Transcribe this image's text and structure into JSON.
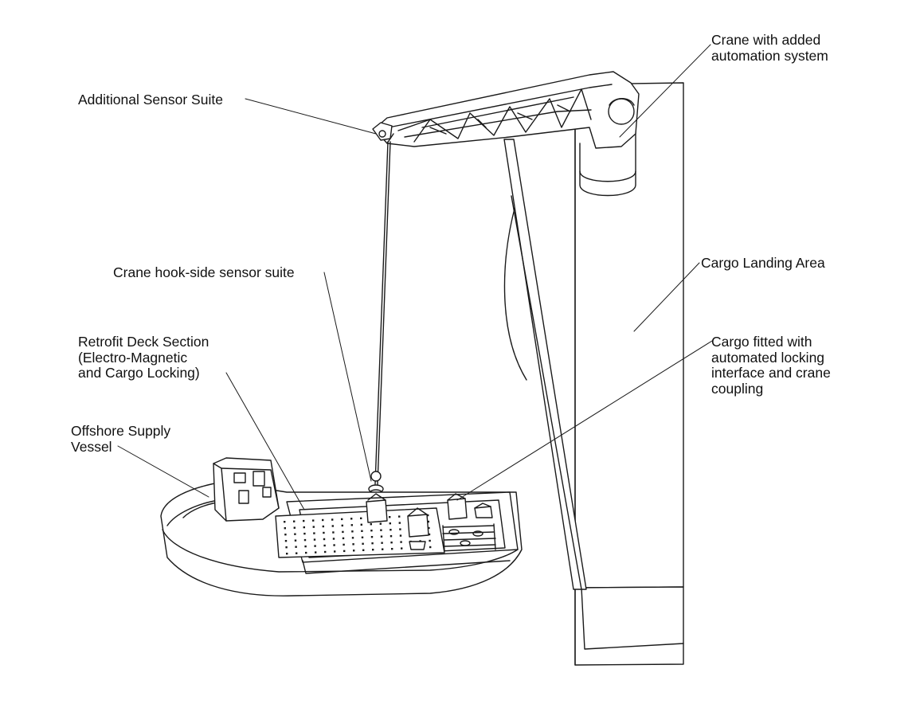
{
  "diagram": {
    "labels": {
      "crane": [
        "Crane with added",
        "automation system"
      ],
      "sensor_suite": [
        "Additional Sensor Suite"
      ],
      "landing_area": [
        "Cargo Landing Area"
      ],
      "hook_sensor": [
        "Crane hook-side sensor suite"
      ],
      "deck_section": [
        "Retrofit Deck Section",
        "(Electro-Magnetic",
        "and Cargo Locking)"
      ],
      "cargo": [
        "Cargo fitted with",
        "automated locking",
        "interface and crane",
        "coupling"
      ],
      "vessel": [
        "Offshore Supply",
        "Vessel"
      ]
    },
    "colors": {
      "line": "#1a1a1a",
      "fill": "#ffffff"
    }
  }
}
